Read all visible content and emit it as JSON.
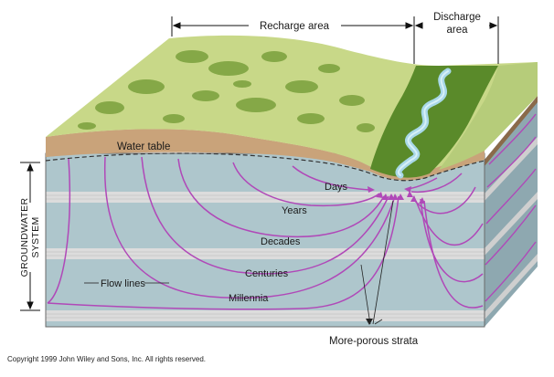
{
  "labels": {
    "recharge_area": "Recharge area",
    "discharge_area_line1": "Discharge",
    "discharge_area_line2": "area",
    "water_table": "Water table",
    "days": "Days",
    "years": "Years",
    "decades": "Decades",
    "centuries": "Centuries",
    "millennia": "Millennia",
    "flow_lines": "Flow lines",
    "groundwater_line1": "GROUNDWATER",
    "groundwater_line2": "SYSTEM",
    "more_porous_strata": "More-porous strata",
    "copyright": "Copyright 1999 John Wiley and Sons, Inc. All rights reserved."
  },
  "colors": {
    "grass": "#c8d888",
    "grass_dark": "#7aa03c",
    "forest": "#5a8a2a",
    "soil": "#c9a37a",
    "aquifer": "#aec6cc",
    "aquifer_side": "#8ea8b0",
    "porous_stratum": "#dcdcdc",
    "flow_line": "#b048b8",
    "river": "#a8d8e8"
  }
}
